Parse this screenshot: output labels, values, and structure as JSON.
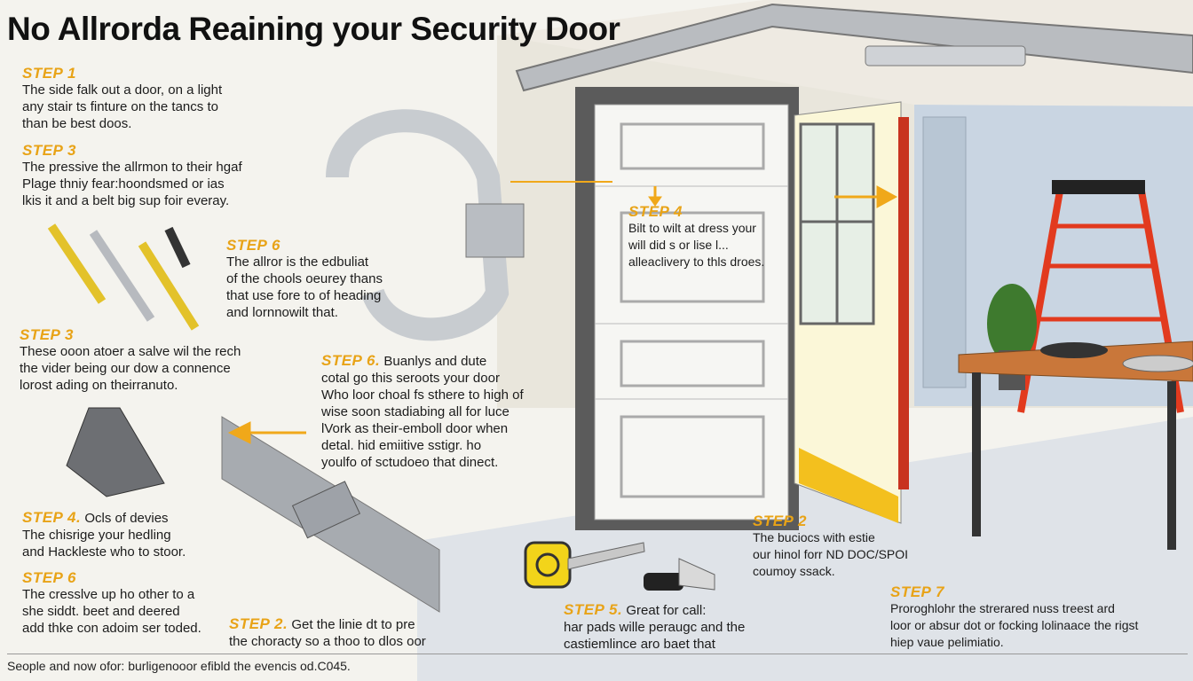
{
  "title": "No Allrorda Reaining your Security Door",
  "footer": "Seople and now ofor: burligenooor efibld the evencis od.C045.",
  "colors": {
    "accent": "#e8a317",
    "door": "#f5f5f2",
    "frame": "#555555",
    "ladder": "#e23a1e",
    "table": "#c9773a"
  },
  "steps": [
    {
      "label": "STEP 1",
      "lines": [
        "The side falk out a door, on a light",
        "any stair ts finture on the tancs to",
        "than be best doos."
      ]
    },
    {
      "label": "STEP 3",
      "lines": [
        "The pressive the allrmon to their hgaf",
        "Plage thniy fear:hoondsmed or ias",
        "lkis it and a belt big sup foir everay."
      ]
    },
    {
      "label": "STEP 6",
      "lines": [
        "The allror is the edbuliat",
        "of the chools oeurey thans",
        "that use fore to of heading",
        "and lornnowilt that."
      ]
    },
    {
      "label": "STEP 3",
      "lines": [
        "These ooon atoer a salve wil the rech",
        "the vider being our dow a connence",
        "lorost ading on theirranuto."
      ]
    },
    {
      "label": "STEP 4.",
      "lead": "Ocls of devies",
      "lines": [
        "The chisrige your hedling",
        "and Hackleste who to stoor."
      ]
    },
    {
      "label": "STEP 6",
      "lines": [
        "The cresslve up ho other to a",
        "she siddt. beet and deered",
        "add thke con adoim ser toded."
      ]
    },
    {
      "label": "STEP 4",
      "lines": [
        "Bilt to wilt at dress your",
        "will did s or lise l...",
        "alleaclivery to thls droes."
      ]
    },
    {
      "label": "STEP 6.",
      "lead": "Buanlys and dute",
      "lines": [
        "cotal go this seroots your door",
        "Who loor choal fs sthere to high of",
        "wise soon stadiabing all for luce",
        "lVork as their-emboll door when",
        "detal. hid emiitive sstigr. ho",
        "youlfo of sctudoeo that dinect."
      ]
    },
    {
      "label": "STEP 2",
      "lines": [
        "The buciocs with estie",
        "our hinol forr ND DOC/SPOI",
        "coumoy ssack."
      ]
    },
    {
      "label": "STEP 7",
      "lines": [
        "Proroghlohr the strerared nuss treest ard",
        "loor or absur dot or focking lolinaace the rigst",
        "hiep vaue pelimiatio."
      ]
    },
    {
      "label": "STEP 5.",
      "lead": "Great for call:",
      "lines": [
        "har pads wille peraugc and the",
        "castiemlince aro baet that"
      ]
    },
    {
      "label": "STEP 2.",
      "lead": "Get the linie dt to pre",
      "lines": [
        "the choracty so a thoo to dlos oor"
      ]
    }
  ]
}
